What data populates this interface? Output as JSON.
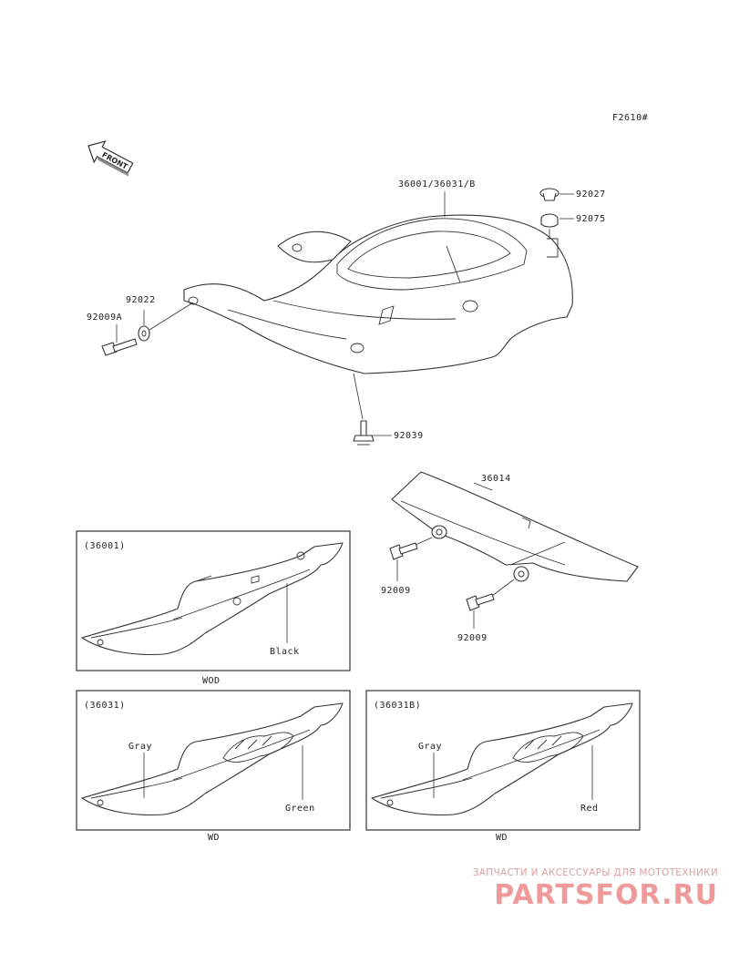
{
  "figure_code": "F2610#",
  "front_label": "FRONT",
  "callouts": {
    "seat_cover": "36001/36031/B",
    "p92027": "92027",
    "p92075": "92075",
    "p92022": "92022",
    "p92009A": "92009A",
    "p92039": "92039",
    "p36014": "36014",
    "p92009_upper": "92009",
    "p92009_lower": "92009"
  },
  "variants": [
    {
      "code": "(36001)",
      "colors": [
        "Black"
      ],
      "caption": "WOD"
    },
    {
      "code": "(36031)",
      "colors": [
        "Gray",
        "Green"
      ],
      "caption": "WD"
    },
    {
      "code": "(36031B)",
      "colors": [
        "Gray",
        "Red"
      ],
      "caption": "WD"
    }
  ],
  "watermark": {
    "tagline": "ЗАПЧАСТИ И АКСЕССУАРЫ ДЛЯ МОТОТЕХНИКИ",
    "logo": "PARTSFOR.RU"
  },
  "colors": {
    "line": "#333333",
    "watermark": "#ef9a9a"
  }
}
